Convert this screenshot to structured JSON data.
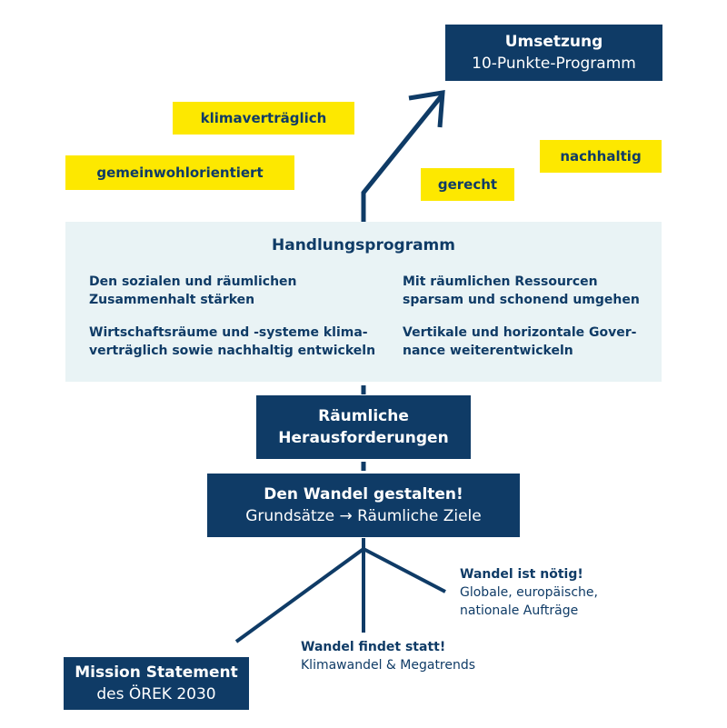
{
  "top_box": {
    "line1": "Umsetzung",
    "line2": "10-Punkte-Programm"
  },
  "tags": {
    "klimavertraeglich": "klimaverträglich",
    "gemeinwohlorientiert": "gemeinwohlorientiert",
    "gerecht": "gerecht",
    "nachhaltig": "nachhaltig"
  },
  "handlungsprogramm": {
    "title": "Handlungsprogramm",
    "items": [
      {
        "line1": "Den sozialen und räumlichen",
        "line2": "Zusammenhalt stärken"
      },
      {
        "line1": "Mit räumlichen Ressourcen",
        "line2": "sparsam und schonend umgehen"
      },
      {
        "line1": "Wirtschaftsräume und -systeme klima-",
        "line2": "verträglich sowie nachhaltig entwickeln"
      },
      {
        "line1": "Vertikale und horizontale Gover-",
        "line2": "nance weiterentwickeln"
      }
    ]
  },
  "herausforderungen": {
    "line1": "Räumliche",
    "line2": "Herausforderungen"
  },
  "wandel_box": {
    "line1": "Den Wandel gestalten!",
    "line2": "Grundsätze → Räumliche Ziele"
  },
  "wandel_noetig": {
    "line1": "Wandel ist nötig!",
    "line2": "Globale, europäische,",
    "line3": "nationale Aufträge"
  },
  "wandel_findet": {
    "line1": "Wandel findet statt!",
    "line2": "Klimawandel & Megatrends"
  },
  "mission": {
    "line1": "Mission Statement",
    "line2": "des ÖREK 2030"
  },
  "colors": {
    "navy": "#0f3b66",
    "yellow": "#fde800",
    "panel": "#e9f3f5"
  }
}
